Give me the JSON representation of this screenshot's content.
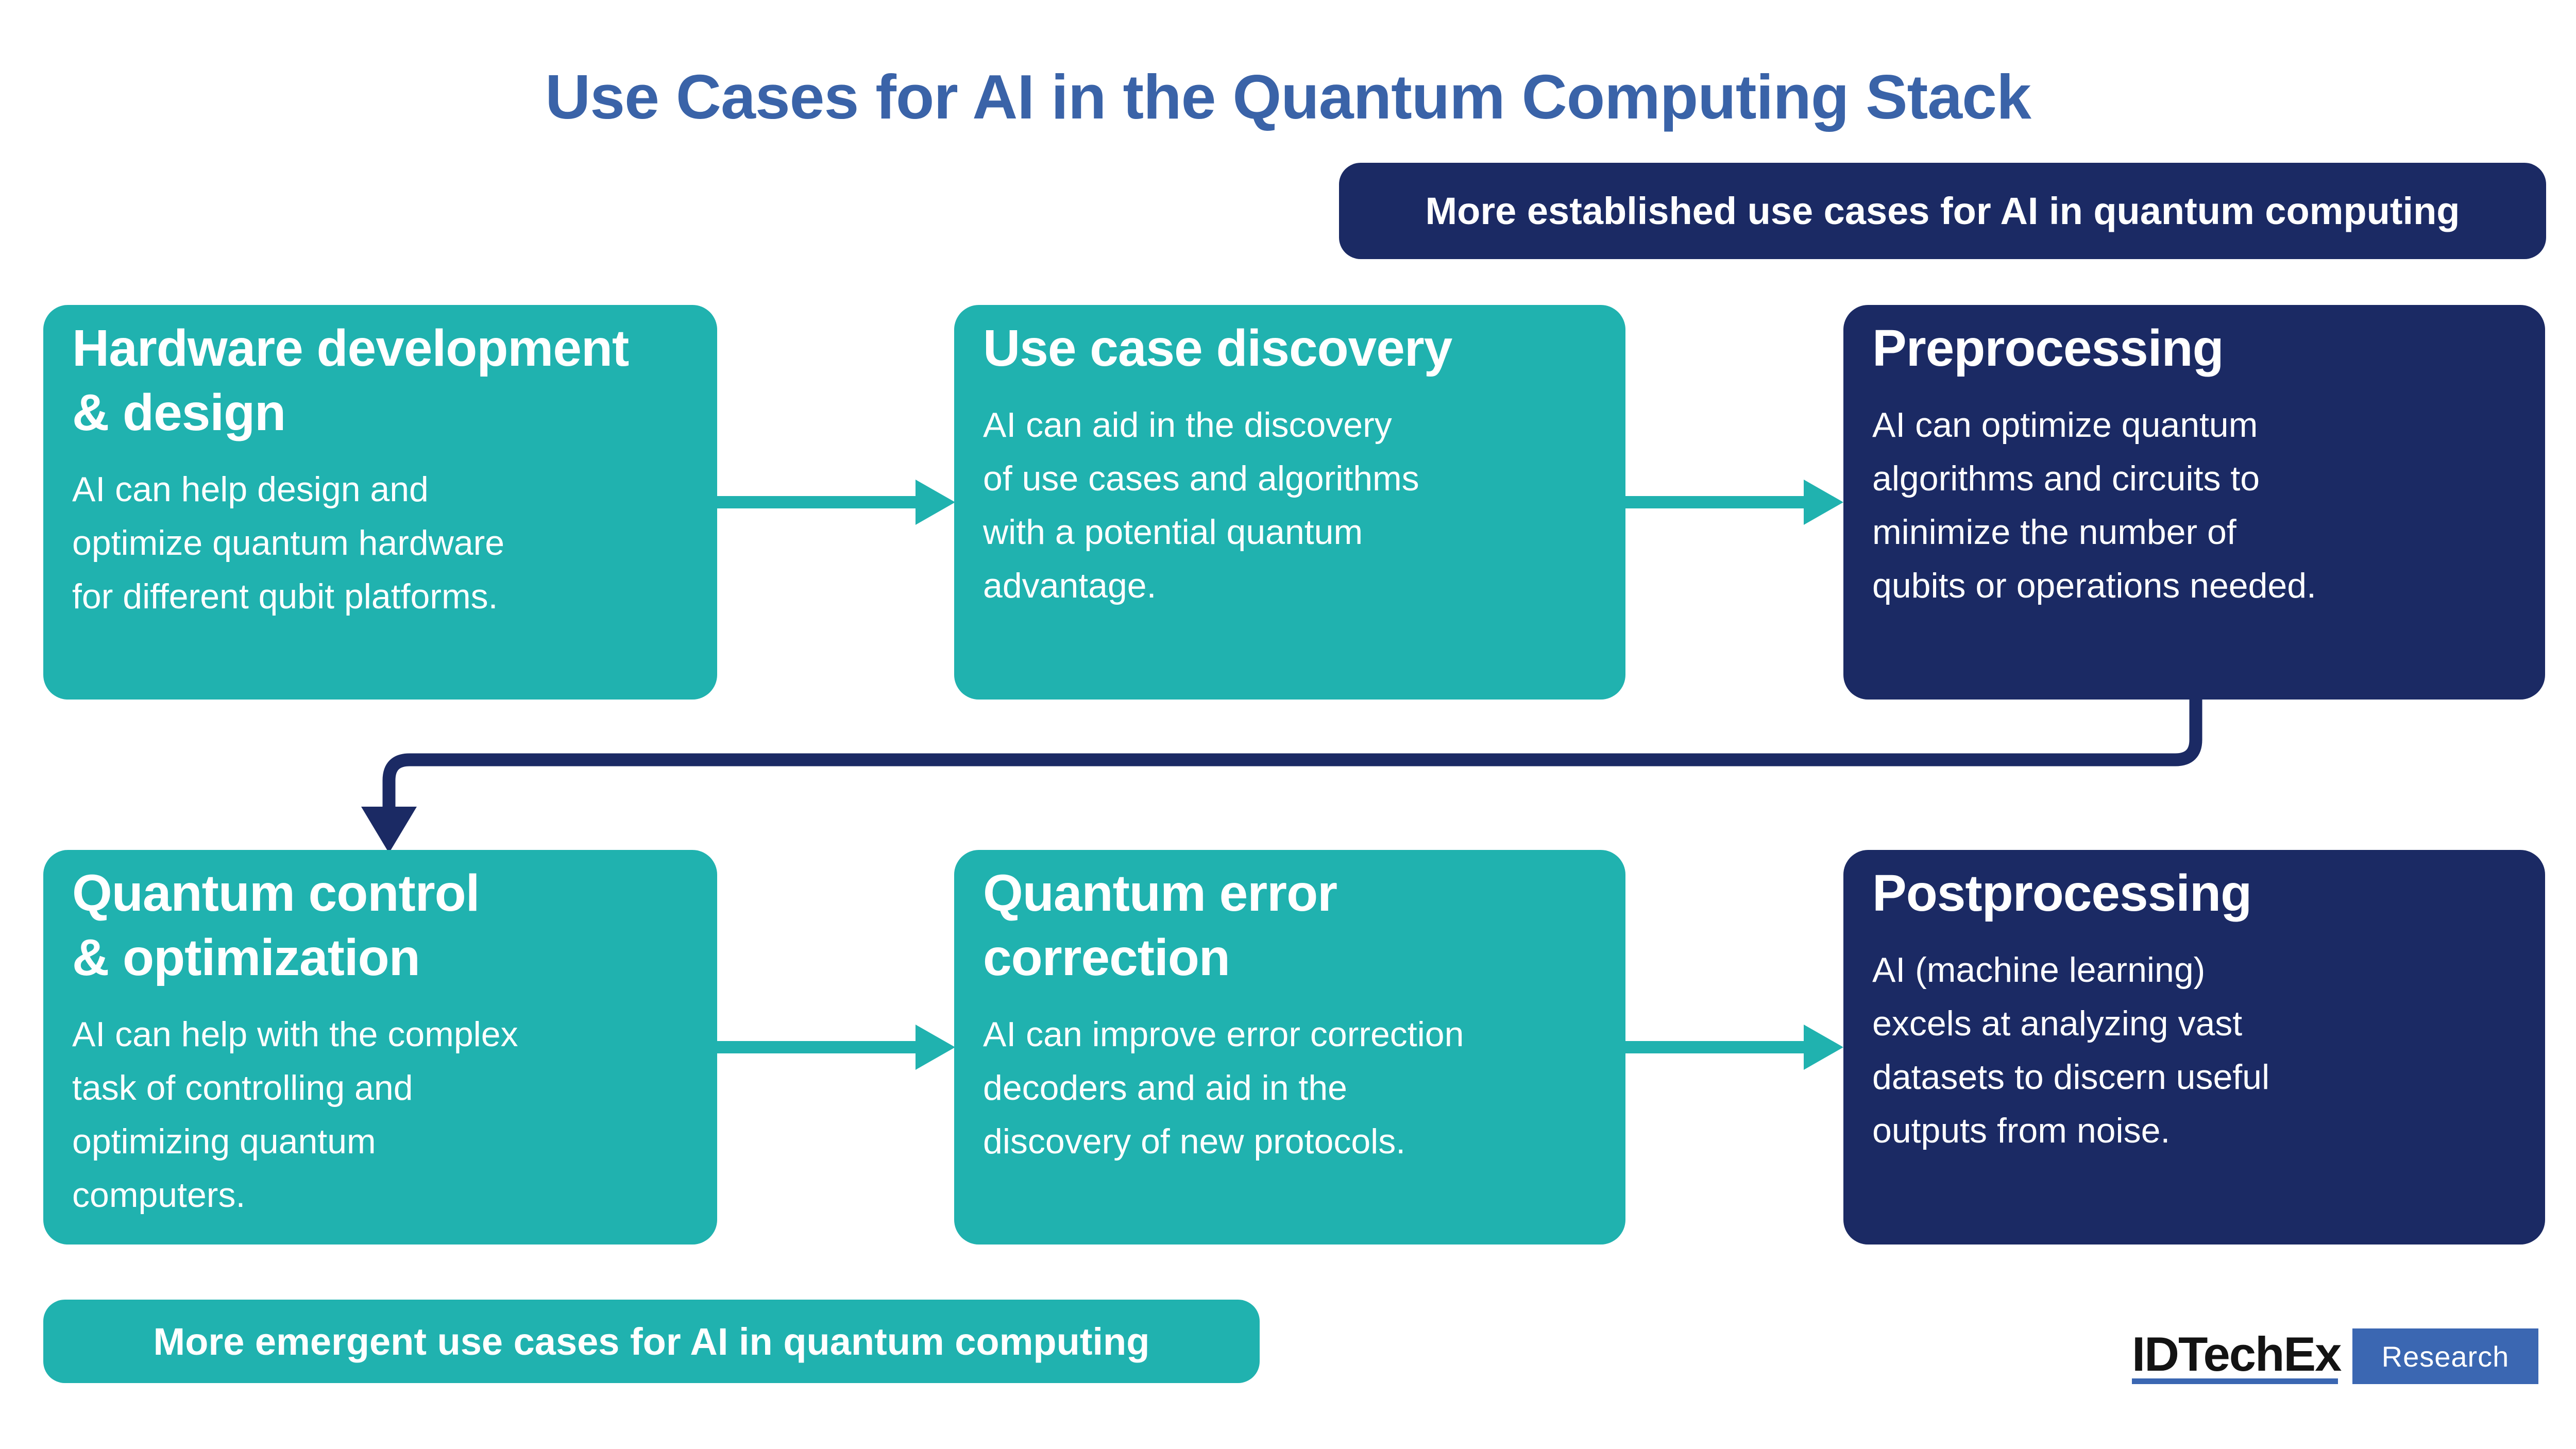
{
  "title": "Use Cases for AI in the Quantum Computing Stack",
  "banners": {
    "established": "More established use cases for AI in quantum computing",
    "emergent": "More emergent use cases for AI in quantum computing"
  },
  "boxes": [
    {
      "id": "hardware-development-design",
      "variant": "teal",
      "heading": "Hardware development\n& design",
      "body": "AI can help design and\noptimize quantum hardware\nfor different qubit platforms."
    },
    {
      "id": "use-case-discovery",
      "variant": "teal",
      "heading": "Use case discovery",
      "body": "AI can aid in the discovery\nof use cases and algorithms\nwith a potential quantum\nadvantage."
    },
    {
      "id": "preprocessing",
      "variant": "navy",
      "heading": "Preprocessing",
      "body": "AI can optimize quantum\nalgorithms and circuits to\nminimize the number of\nqubits or operations needed."
    },
    {
      "id": "quantum-control-optimization",
      "variant": "teal",
      "heading": "Quantum control\n& optimization",
      "body": "AI can help with the complex\ntask of controlling and\noptimizing quantum\ncomputers."
    },
    {
      "id": "quantum-error-correction",
      "variant": "teal",
      "heading": "Quantum error correction",
      "body": "AI can improve error correction\ndecoders and aid in the\ndiscovery of new protocols."
    },
    {
      "id": "postprocessing",
      "variant": "navy",
      "heading": "Postprocessing",
      "body": "AI (machine learning)\nexcels at analyzing vast\ndatasets to discern useful\noutputs from noise."
    }
  ],
  "logo": {
    "wordmark": "IDTechEx",
    "research_label": "Research"
  },
  "colors": {
    "teal": "#20B2AF",
    "navy": "#1B2A64",
    "title_blue": "#3A63A8",
    "logo_blue": "#3B67B2",
    "logo_black": "#131313",
    "text_on_boxes": "#FFFFFF",
    "background": "#FFFFFF"
  }
}
